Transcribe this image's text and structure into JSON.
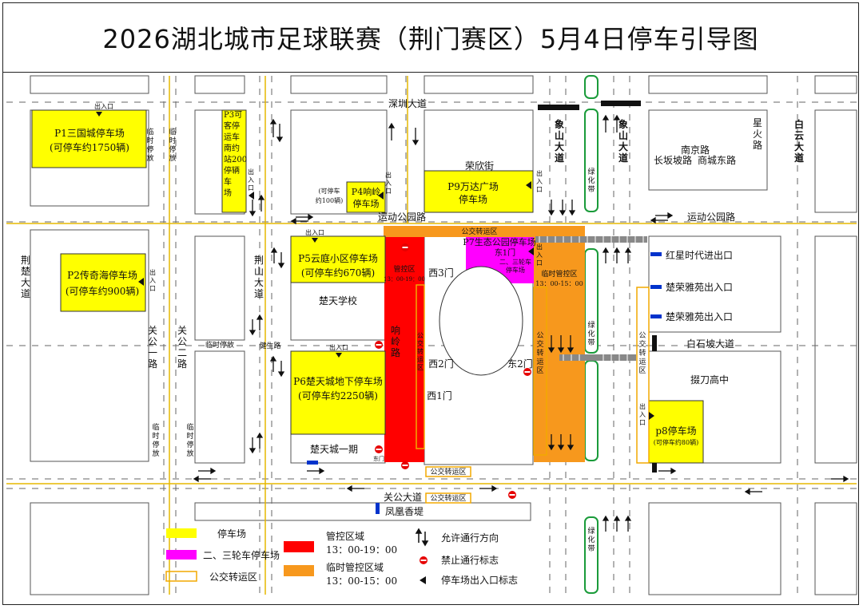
{
  "title": "2026湖北城市足球联赛（荆门赛区）5月4日停车引导图",
  "colors": {
    "parking": "#ffff00",
    "tricycle": "#ff00ff",
    "control": "#ff0000",
    "temp_control": "#f7981d",
    "bus": "#f2a900",
    "green": "#3cb371"
  },
  "roads": {
    "shenzhen": "深圳大道",
    "rongxin": "荣欣街",
    "yundong_left": "运动公园路",
    "yundong_right": "运动公园路",
    "guangong": "关公大道",
    "xiangshan_1": "象\n山\n大\n道",
    "xiangshan_2": "象\n山\n大\n道",
    "baiyun": "白\n云\n大\n道",
    "jingchu": "荆\n楚\n大\n道",
    "jingshan": "荆\n山\n大\n道",
    "guangong_road_1": "关\n公\n一\n路",
    "guangong_road_2": "关\n公\n二\n路",
    "xiangling": "响\n岭\n路",
    "jiansheng": "健生路",
    "baishipo": "白石坡大道",
    "nanjing": "南京路",
    "changban": "长坂坡路",
    "shangcheng": "商城东路",
    "xinghuo": "星\n火\n路"
  },
  "places": {
    "chutian_school": "楚天学校",
    "chutian_phase1": "楚天城一期",
    "fenghuang": "凤凰香堤",
    "hongxing": "红星时代进出口",
    "chuyayuan_1": "楚荣雅苑出入口",
    "chuyayuan_2": "楚荣雅苑出入口",
    "baodao": "掇刀高中",
    "green_belt": "绿\n化\n带",
    "bus_zone_top": "公交转运区",
    "bus_zone_b1": "公交转运区",
    "bus_zone_b2": "公交转运区",
    "bus_zone_left": "公\n交\n转\n运\n区",
    "bus_zone_right": "公\n交\n转\n运\n区",
    "temp_parking_1": "临\n时\n停\n放",
    "temp_parking_2": "临\n时\n停\n放",
    "temp_parking_3": "临时停放",
    "temp_parking_4": "临\n时\n停\n放",
    "temp_parking_5": "临\n时\n停\n放"
  },
  "gates": {
    "west3": "西3门",
    "west2": "西2门",
    "west1": "西1门",
    "east2": "东2门",
    "east1": "东1门",
    "east_small": "东门"
  },
  "zones": {
    "control_label": "管控区",
    "control_time": "13：00-19：00",
    "temp_label": "临时管控区",
    "temp_time": "13：00-15：00"
  },
  "parking_lots": {
    "p1_name": "P1三国城停车场",
    "p1_cap": "(可停车约1750辆)",
    "p2_name": "P2传奇海停车场",
    "p2_cap": "(可停车约900辆)",
    "p3_name": "P3可\n客停\n运车\n南约\n站200\n停辆\n车\n场",
    "p4_name": "P4响岭\n停车场",
    "p4_cap": "(可停车\n约100辆)",
    "p5_name": "P5云庭小区停车场",
    "p5_cap": "(可停车约670辆)",
    "p6_name": "P6楚天城地下停车场",
    "p6_cap": "(可停车约2250辆)",
    "p7_name": "P7生态公园停车场",
    "p7_sub": "二、三轮车\n停车场",
    "p8_name": "p8停车场",
    "p8_cap": "(可停车约80辆)",
    "p9_name": "P9万达广场\n停车场"
  },
  "entrance_label": "出入口",
  "entrance_vertical": "出\n入\n口",
  "legend": {
    "parking": "停车场",
    "tricycle": "二、三轮车停车场",
    "bus": "公交转运区",
    "control": "管控区域",
    "control_time": "13：00-19：00",
    "temp": "临时管控区域",
    "temp_time": "13：00-15：00",
    "allowed": "允许通行方向",
    "forbidden": "禁止通行标志",
    "entrance": "停车场出入口标志"
  }
}
